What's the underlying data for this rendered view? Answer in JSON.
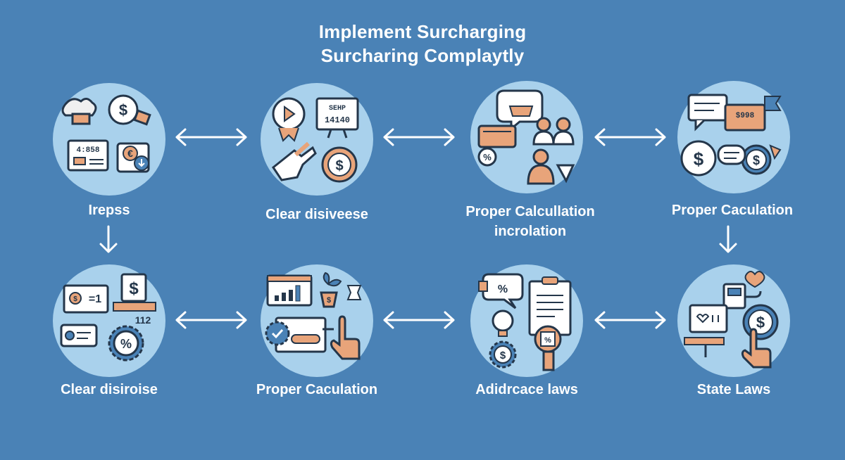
{
  "title": {
    "line1": "Implement Surcharging",
    "line2": "Surcharing Complaytly"
  },
  "nodes": [
    {
      "label": "Irepss",
      "label2": "",
      "icons": [
        "money-bag-icon",
        "dollar-coin-icon",
        "receipt-icon",
        "euro-icon"
      ],
      "screen_text": "4:858"
    },
    {
      "label": "Clear disiveese",
      "label2": "",
      "icons": [
        "clock-icon",
        "monitor-icon",
        "hand-pointer-icon",
        "dollar-coin-icon"
      ],
      "screen_text": "SEHP 14140"
    },
    {
      "label": "Proper Calcullation",
      "label2": "incrolation",
      "icons": [
        "basket-icon",
        "wallet-icon",
        "people-icon",
        "percent-tag-icon"
      ],
      "screen_text": ""
    },
    {
      "label": "Proper Caculation",
      "label2": "",
      "icons": [
        "chat-icon",
        "price-tag-icon",
        "dollar-coin-icon",
        "chat-icon"
      ],
      "screen_text": "$998"
    },
    {
      "label": "Clear disiroise",
      "label2": "",
      "icons": [
        "presentation-icon",
        "dollar-card-icon",
        "chat-icon",
        "percent-gear-icon"
      ],
      "screen_text": "112"
    },
    {
      "label": "Proper Caculation",
      "label2": "",
      "icons": [
        "bar-chart-icon",
        "plant-icon",
        "gear-icon",
        "hand-pointer-icon"
      ],
      "screen_text": ""
    },
    {
      "label": "Adidrcace laws",
      "label2": "",
      "icons": [
        "percent-chat-icon",
        "clipboard-icon",
        "lightbulb-icon",
        "dollar-gear-icon",
        "magnifier-icon"
      ],
      "screen_text": "%"
    },
    {
      "label": "State Laws",
      "label2": "",
      "icons": [
        "heart-icon",
        "monitor-icon",
        "dollar-coin-icon",
        "hand-pointer-icon"
      ],
      "screen_text": ""
    }
  ]
}
